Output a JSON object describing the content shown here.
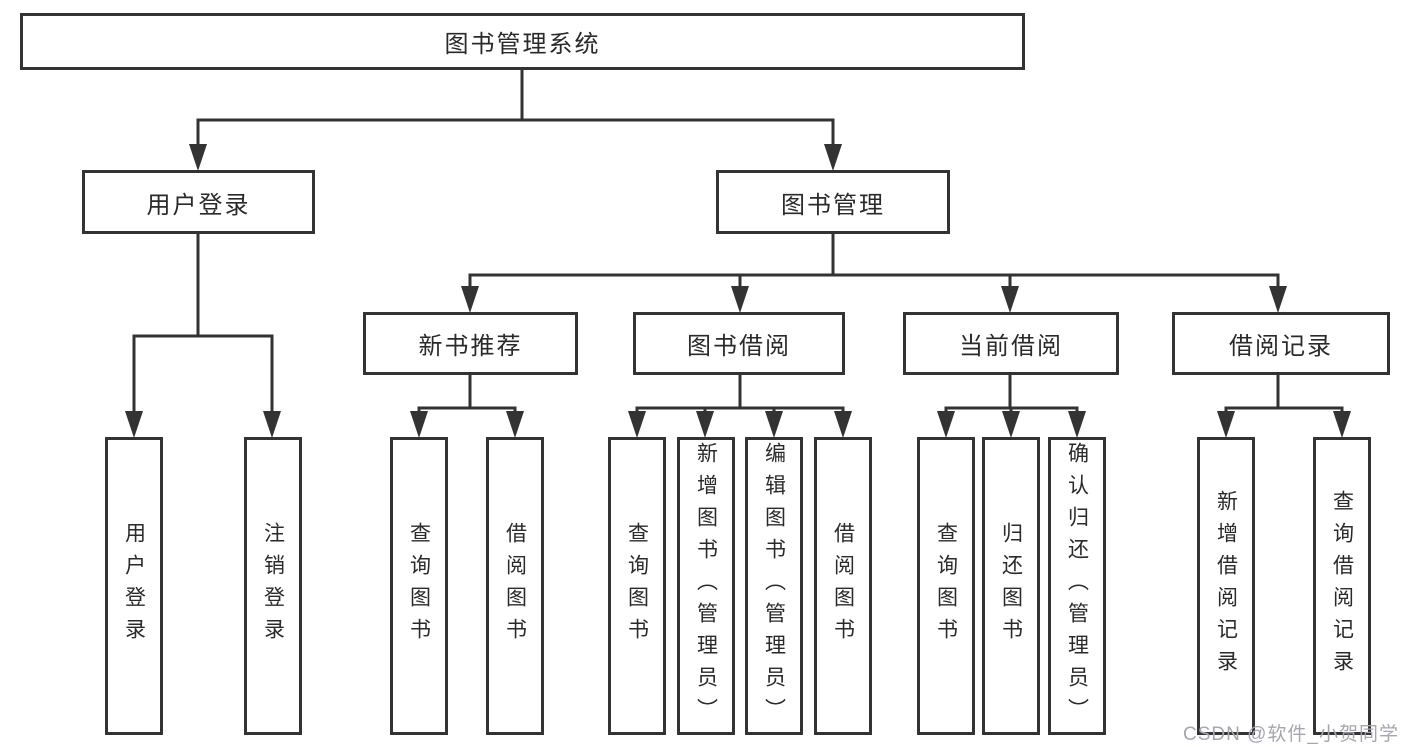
{
  "nodes": {
    "root": "图书管理系统",
    "user_login": "用户登录",
    "book_management": "图书管理",
    "new_book_recommend": "新书推荐",
    "book_borrowing": "图书借阅",
    "current_borrowing": "当前借阅",
    "borrowing_records": "借阅记录",
    "ul_user_login": "用户登录",
    "ul_logout": "注销登录",
    "nb_query_books": "查询图书",
    "nb_borrow_books": "借阅图书",
    "bb_query_books": "查询图书",
    "bb_add_books": "新增图书（管理员）",
    "bb_edit_books": "编辑图书（管理员）",
    "bb_borrow_books": "借阅图书",
    "cb_query_books": "查询图书",
    "cb_return_books": "归还图书",
    "cb_confirm_return": "确认归还（管理员）",
    "br_add_record": "新增借阅记录",
    "br_query_record": "查询借阅记录"
  },
  "hierarchy": {
    "图书管理系统": {
      "用户登录": [
        "用户登录",
        "注销登录"
      ],
      "图书管理": {
        "新书推荐": [
          "查询图书",
          "借阅图书"
        ],
        "图书借阅": [
          "查询图书",
          "新增图书（管理员）",
          "编辑图书（管理员）",
          "借阅图书"
        ],
        "当前借阅": [
          "查询图书",
          "归还图书",
          "确认归还（管理员）"
        ],
        "借阅记录": [
          "新增借阅记录",
          "查询借阅记录"
        ]
      }
    }
  },
  "watermark": "CSDN @软件_小贺同学",
  "colors": {
    "line": "#333333",
    "text": "#2a2a2a",
    "background": "#ffffff",
    "watermark": "#a6a6b0"
  }
}
